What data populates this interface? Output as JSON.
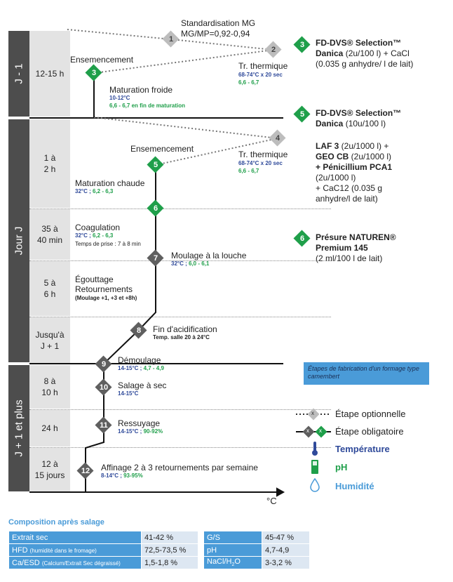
{
  "phases": {
    "j_minus_1": "J - 1",
    "jour_j": "Jour J",
    "j_plus_1": "J + 1 et plus"
  },
  "durations": [
    "12-15 h",
    "1 à\n2 h",
    "35 à\n40 min",
    "5 à\n6 h",
    "Jusqu'à\nJ + 1",
    "8 à\n10 h",
    "24 h",
    "12 à\n15 jours"
  ],
  "steps": {
    "s1": {
      "num": "1",
      "title": "Standardisation MG",
      "line2": "MG/MP=0,92-0,94"
    },
    "s2": {
      "num": "2",
      "title": "Tr. thermique",
      "temp": "68-74°C x 20 sec",
      "ph": "6,6 - 6,7"
    },
    "s3": {
      "num": "3",
      "title": "Ensemencement"
    },
    "s3b": {
      "title": "Maturation froide",
      "temp": "10-12°C",
      "ph": "6,6 - 6,7 en fin de maturation"
    },
    "s4": {
      "num": "4",
      "title": "Tr. thermique",
      "temp": "68-74°C x 20 sec",
      "ph": "6,6 - 6,7"
    },
    "s5": {
      "num": "5",
      "title": "Ensemencement"
    },
    "s5b": {
      "title": "Maturation chaude",
      "temp": "32°C ;",
      "ph": "6,2 - 6,3"
    },
    "s6": {
      "num": "6",
      "title": "Coagulation",
      "temp": "32°C ;",
      "ph": "6,2 - 6,3",
      "note": "Temps de prise : 7 à 8 min"
    },
    "s7": {
      "num": "7",
      "title": "Moulage à la louche",
      "temp": "32°C ;",
      "ph": "6,0 - 6,1"
    },
    "s7b": {
      "title1": "Égouttage",
      "title2": "Retournements",
      "note": "(Moulage +1, +3 et +8h)"
    },
    "s8": {
      "num": "8",
      "title": "Fin d'acidification",
      "note": "Temp. salle 20 à 24°C"
    },
    "s9": {
      "num": "9",
      "title": "Démoulage",
      "temp": "14-15°C ;",
      "ph": "4,7 - 4,9"
    },
    "s10": {
      "num": "10",
      "title": "Salage à sec",
      "temp": "14-15°C"
    },
    "s11": {
      "num": "11",
      "title": "Ressuyage",
      "temp": "14-15°C ;",
      "hum": "90-92%"
    },
    "s12": {
      "num": "12",
      "title": "Affinage 2 à 3 retournements par semaine",
      "temp": "8-14°C ;",
      "hum": "93-95%"
    }
  },
  "axis_unit": "°C",
  "cultures": {
    "c3": {
      "num": "3",
      "l1": "FD-DVS® Selection™",
      "l2a": "Danica",
      "l2b": " (2u/100 l) + CaCl",
      "l3": "(0.035 g anhydre/ l de lait)"
    },
    "c5": {
      "num": "5",
      "l1": "FD-DVS® Selection™",
      "l2a": "Danica",
      "l2b": " (10u/100 l)",
      "l3": "LAF 3",
      "l3b": " (2u/1000 l) +",
      "l4": "GEO CB",
      "l4b": " (2u/1000 l)",
      "l5": "+ Pénicillium PCA1",
      "l6": "(2u/1000 l)",
      "l7": "+ CaC12 (0.035 g",
      "l8": "anhydre/l de lait)"
    },
    "c6": {
      "num": "6",
      "l1": "Présure NATUREN®",
      "l2": "Premium 145",
      "l3": "(2 ml/100 l de lait)"
    }
  },
  "banner": "Étapes de fabrication d'un formage type camembert",
  "legend": {
    "optional": "Étape optionnelle",
    "mandatory": "Étape obligatoire",
    "temperature": "Température",
    "ph": "pH",
    "humidity": "Humidité",
    "x_mark": "x"
  },
  "composition": {
    "title": "Composition après salage",
    "left": [
      {
        "key": "Extrait sec",
        "value": "41-42 %"
      },
      {
        "key": "HFD",
        "key_note": "(humidité dans le fromage)",
        "value": "72,5-73,5 %"
      },
      {
        "key": "Ca/ESD",
        "key_note": "(Calcium/Extrait Sec dégraissé)",
        "value": "1,5-1,8 %"
      }
    ],
    "right": [
      {
        "key": "G/S",
        "value": "45-47 %"
      },
      {
        "key": "pH",
        "value": "4,7-4,9"
      },
      {
        "key": "NaCl/H",
        "key_sub": "2",
        "key_tail": "O",
        "value": "3-3,2 %"
      }
    ]
  },
  "colors": {
    "mandatory": "#1f9f4a",
    "optional": "#bdbdbd",
    "step": "#5f5f5f",
    "phase": "#4d4d4d",
    "banner": "#4a9bd8"
  }
}
